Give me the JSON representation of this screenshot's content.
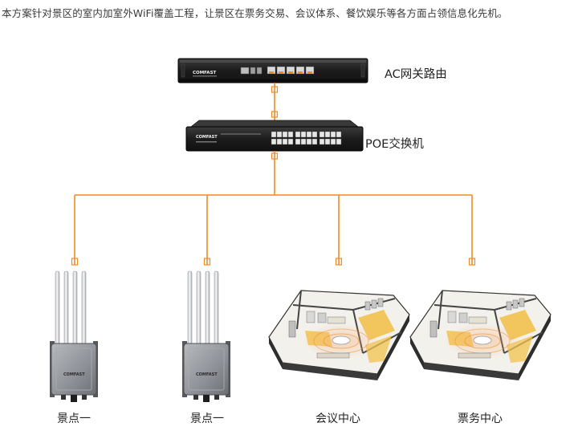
{
  "intro_text": "本方案针对景区的室内加室外WiFi覆盖工程，让景区在票务交易、会议体系、餐饮娱乐等各方面占领信息化先机。",
  "router": {
    "label": "AC网关路由",
    "brand": "COMFAST"
  },
  "switch": {
    "label": "POE交换机",
    "brand": "COMFAST"
  },
  "endpoints": [
    {
      "label": "景点一",
      "kind": "outdoor-ap",
      "brand": "COMFAST"
    },
    {
      "label": "景点一",
      "kind": "outdoor-ap",
      "brand": "COMFAST"
    },
    {
      "label": "会议中心",
      "kind": "indoor-room"
    },
    {
      "label": "票务中心",
      "kind": "indoor-room"
    }
  ],
  "colors": {
    "cable": "#f08a24",
    "device_dark": "#1f1f1f",
    "ap_body": "#8f9297",
    "floor_yellow": "#f2c14e"
  }
}
